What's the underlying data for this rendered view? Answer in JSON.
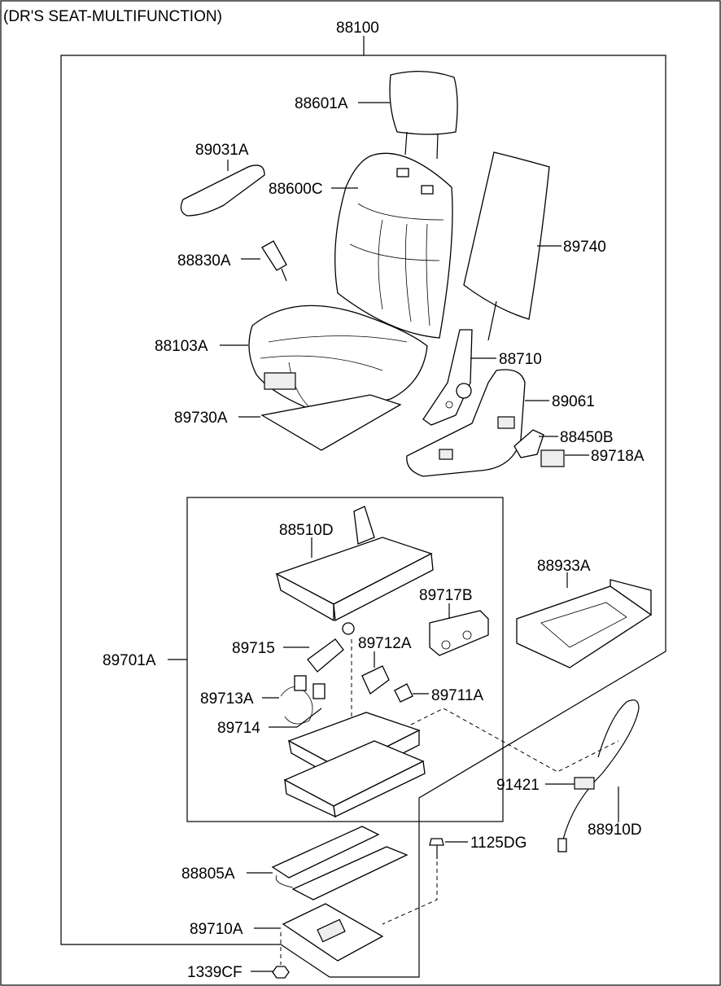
{
  "title": "(DR'S SEAT-MULTIFUNCTION)",
  "labels": {
    "p88100": "88100",
    "p88601A": "88601A",
    "p89031A": "89031A",
    "p88600C": "88600C",
    "p89740": "89740",
    "p88830A": "88830A",
    "p88103A": "88103A",
    "p88710": "88710",
    "p89061": "89061",
    "p89730A": "89730A",
    "p88450B": "88450B",
    "p89718A": "89718A",
    "p88510D": "88510D",
    "p88933A": "88933A",
    "p89717B": "89717B",
    "p89715": "89715",
    "p89712A": "89712A",
    "p89701A": "89701A",
    "p89713A": "89713A",
    "p89711A": "89711A",
    "p89714": "89714",
    "p91421": "91421",
    "p88910D": "88910D",
    "p1125DG": "1125DG",
    "p88805A": "88805A",
    "p89710A": "89710A",
    "p1339CF": "1339CF"
  }
}
